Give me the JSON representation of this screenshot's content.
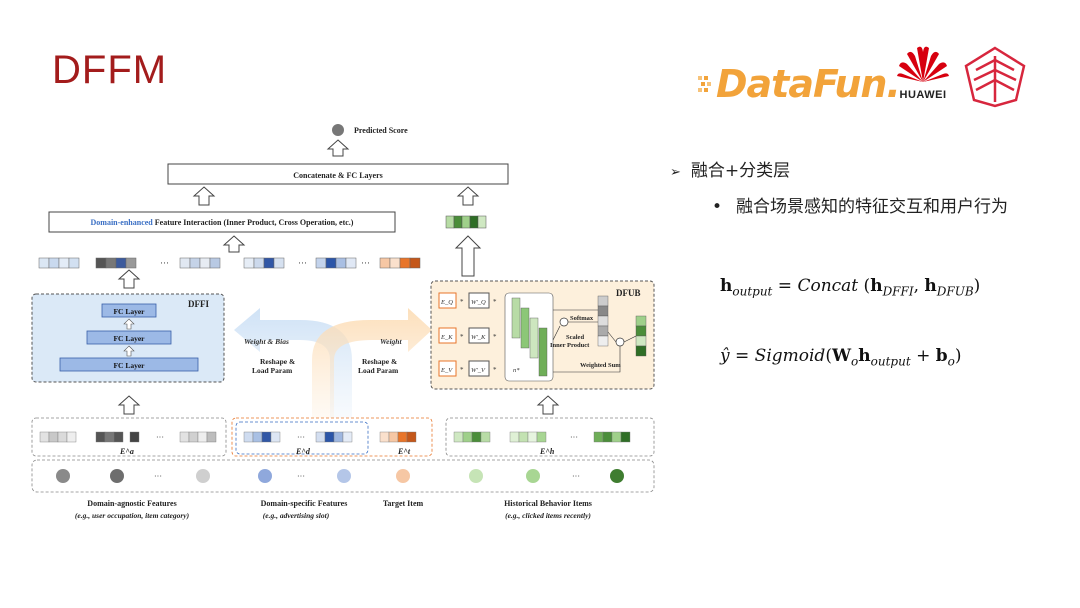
{
  "slide": {
    "title": "DFFM",
    "logos": {
      "datafun": "DataFun.",
      "huawei": "HUAWEI"
    }
  },
  "bullets": {
    "level1": "融合+分类层",
    "level2": "融合场景感知的特征交互和用户行为"
  },
  "formulas": {
    "f1": {
      "lhs_bold": "h",
      "lhs_sub": "output",
      "eq": " = ",
      "fn": "Concat",
      "open": " (",
      "a_bold": "h",
      "a_sub": "DFFI",
      "comma": ", ",
      "b_bold": "h",
      "b_sub": "DFUB",
      "close": ")"
    },
    "f2": {
      "lhs": "ŷ",
      "eq": " = ",
      "fn": "Sigmoid",
      "open": "(",
      "w_bold": "W",
      "w_sub": "o",
      "h_bold": "h",
      "h_sub": "output",
      "plus": " + ",
      "b_bold": "b",
      "b_sub": "o",
      "close": ")"
    }
  },
  "diagram": {
    "predicted_score": "Predicted Score",
    "concat_fc": "Concatenate & FC Layers",
    "fi_prefix": "Domain-enhanced",
    "fi_rest": " Feature Interaction (Inner Product, Cross Operation, etc.)",
    "dffi": "DFFI",
    "dfub": "DFUB",
    "fc_layer": "FC Layer",
    "weight_bias": "Weight & Bias",
    "weight": "Weight",
    "reshape_line1": "Reshape &",
    "reshape_line2": "Load Param",
    "softmax": "Softmax",
    "scaled_1": "Scaled",
    "scaled_2": "Inner Product",
    "weighted_sum": "Weighted Sum",
    "n_star": "n*",
    "eq_q": "E_Q",
    "eq_k": "E_K",
    "eq_v": "E_V",
    "wq": "W'_Q",
    "wk": "W'_K",
    "wv": "W'_V",
    "times": "*",
    "ellipsis": "···",
    "ea": "E^a",
    "ed": "E^d",
    "et": "E^t",
    "eh": "E^h",
    "feat_agnostic": "Domain-agnostic Features",
    "feat_agnostic_eg": "(e.g., user occupation, item category)",
    "feat_specific": "Domain-specific  Features",
    "feat_specific_eg": "(e.g., advertising slot)",
    "feat_target": "Target Item",
    "feat_hist": "Historical Behavior Items",
    "feat_hist_eg": "(e.g., clicked items recently)"
  },
  "colors": {
    "title_red": "#a31c1c",
    "blue_box": "#dbe9f7",
    "orange_box": "#fdf0dc",
    "fi_blue": "#3a6fc4",
    "green": "#5aa045",
    "orange": "#e8752a"
  }
}
